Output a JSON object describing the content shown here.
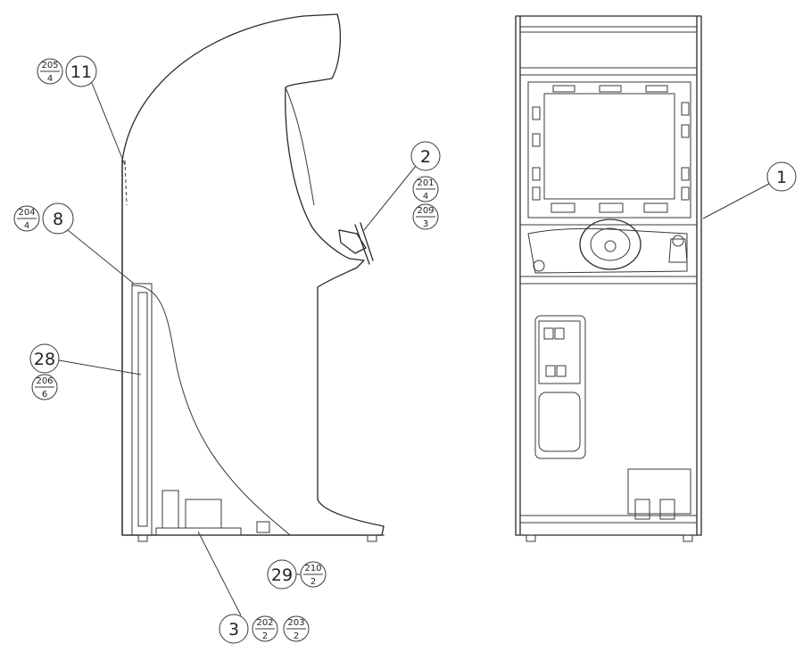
{
  "callouts": {
    "c11": {
      "num": "11",
      "top": "205",
      "bottom": "4"
    },
    "c8": {
      "num": "8",
      "top": "204",
      "bottom": "4"
    },
    "c28": {
      "num": "28",
      "top": "206",
      "bottom": "6"
    },
    "c2": {
      "num": "2",
      "sub1_top": "201",
      "sub1_bottom": "4",
      "sub2_top": "209",
      "sub2_bottom": "3"
    },
    "c1": {
      "num": "1"
    },
    "c29": {
      "num": "29",
      "top": "210",
      "bottom": "2"
    },
    "c3": {
      "num": "3",
      "sub1_top": "202",
      "sub1_bottom": "2",
      "sub2_top": "203",
      "sub2_bottom": "2"
    }
  },
  "colors": {
    "ink": "#2a2a2a",
    "paper": "#ffffff"
  }
}
